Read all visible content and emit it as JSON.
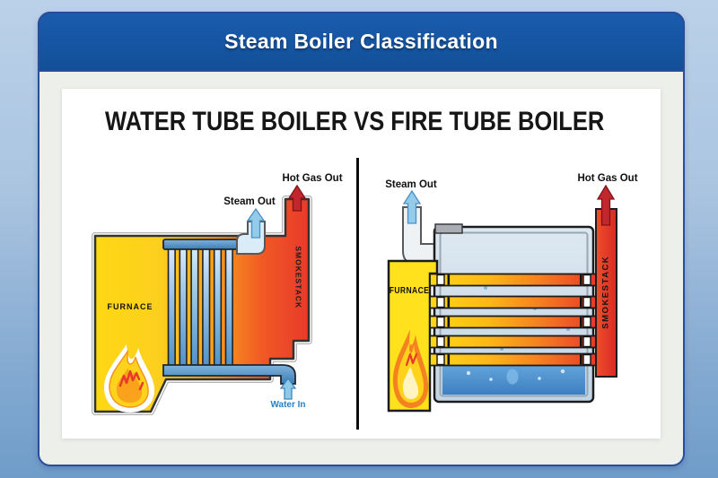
{
  "header": {
    "title": "Steam Boiler Classification"
  },
  "content": {
    "title": "WATER TUBE BOILER VS FIRE TUBE BOILER"
  },
  "diagrams": {
    "left": {
      "type": "water-tube-boiler",
      "labels": {
        "steam_out": "Steam Out",
        "hot_gas_out": "Hot Gas Out",
        "furnace": "FURNACE",
        "smokestack": "SMOKESTACK",
        "water_in": "Water In"
      }
    },
    "right": {
      "type": "fire-tube-boiler",
      "labels": {
        "steam_out": "Steam Out",
        "hot_gas_out": "Hot Gas Out",
        "furnace": "FURNACE",
        "smokestack": "SMOKESTACK"
      }
    }
  },
  "colors": {
    "header_blue": "#124f98",
    "flame_yellow": "#ffd21c",
    "hot_red": "#e8392b",
    "water_blue": "#4a90c8",
    "steam_blue": "#93cbe8"
  }
}
